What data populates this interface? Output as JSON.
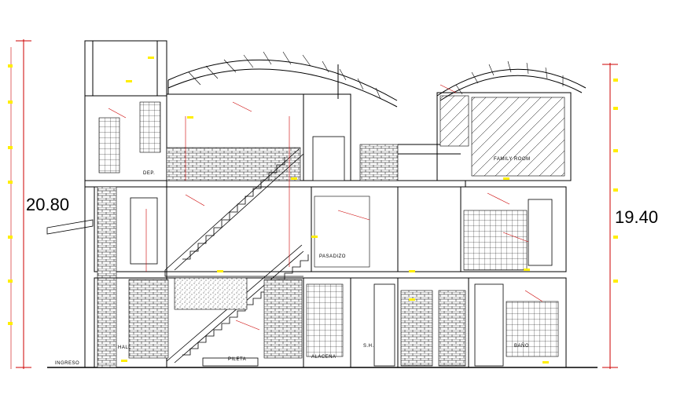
{
  "dimensions": {
    "left_height": "20.80",
    "right_height": "19.40"
  },
  "rooms": {
    "dep": "DEP.",
    "family_room": "FAMILY ROOM",
    "pasadizo": "PASADIZO",
    "ingreso": "INGRESO",
    "hall": "HALL",
    "pileta": "PILETA",
    "alacena": "ALACENA",
    "shi": "S.H.",
    "bano": "BAÑO"
  },
  "colors": {
    "line": "#000000",
    "dimension": "#cc0000",
    "annotation": "#cc0000",
    "marker": "#ffee00",
    "hatch": "#888888"
  }
}
